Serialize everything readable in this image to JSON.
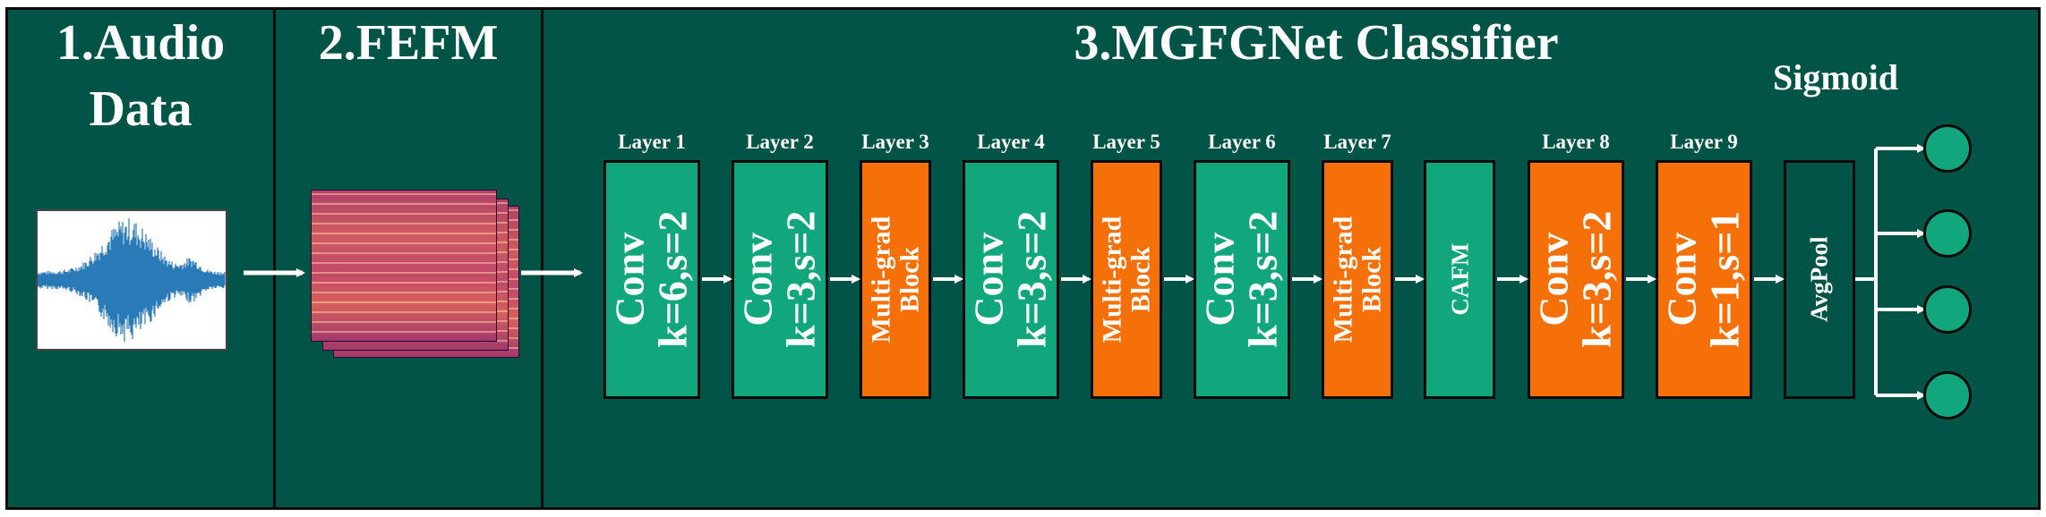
{
  "sections": {
    "audio": {
      "title_line1": "1.Audio",
      "title_line2": "Data"
    },
    "fefm": {
      "title": "2.FEFM"
    },
    "classifier": {
      "title": "3.MGFGNet Classifier",
      "sigmoid_label": "Sigmoid"
    }
  },
  "layers": [
    {
      "label": "Layer 1",
      "line1": "Conv",
      "line2": "k=6,s=2",
      "color": "teal",
      "style": "conv"
    },
    {
      "label": "Layer 2",
      "line1": "Conv",
      "line2": "k=3,s=2",
      "color": "teal",
      "style": "conv"
    },
    {
      "label": "Layer 3",
      "line1": "Multi-grad",
      "line2": "Block",
      "color": "orange",
      "style": "mg"
    },
    {
      "label": "Layer 4",
      "line1": "Conv",
      "line2": "k=3,s=2",
      "color": "teal",
      "style": "conv"
    },
    {
      "label": "Layer 5",
      "line1": "Multi-grad",
      "line2": "Block",
      "color": "orange",
      "style": "mg"
    },
    {
      "label": "Layer 6",
      "line1": "Conv",
      "line2": "k=3,s=2",
      "color": "teal",
      "style": "conv"
    },
    {
      "label": "Layer 7",
      "line1": "Multi-grad",
      "line2": "Block",
      "color": "orange",
      "style": "mg"
    },
    {
      "label": "",
      "line1": "CAFM",
      "line2": "",
      "color": "teal",
      "style": "small"
    },
    {
      "label": "Layer 8",
      "line1": "Conv",
      "line2": "k=3,s=2",
      "color": "orange",
      "style": "conv"
    },
    {
      "label": "Layer 9",
      "line1": "Conv",
      "line2": "k=1,s=1",
      "color": "orange",
      "style": "conv"
    },
    {
      "label": "",
      "line1": "AvgPool",
      "line2": "",
      "color": "dark",
      "style": "small"
    }
  ],
  "output_nodes": 4,
  "colors": {
    "panel_bg": "#025447",
    "teal_block": "#12a67d",
    "orange_block": "#f57008",
    "waveform": "#2a7ab8",
    "border": "#0a0a0a",
    "text": "#ffffff"
  }
}
